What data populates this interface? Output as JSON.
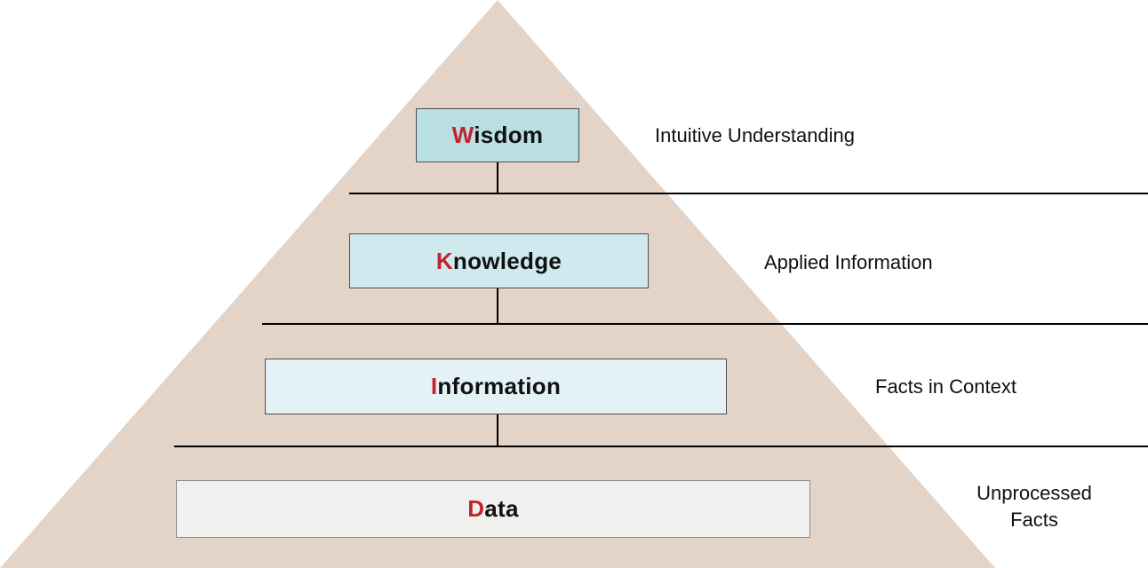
{
  "colors": {
    "pyramid": "#e4d4c8",
    "accent_red": "#c4232c",
    "line": "#000000",
    "box_wisdom": "#b9dee4",
    "box_knowledge": "#cfe9ee",
    "box_information": "#e4f2f8",
    "box_data": "#f0f0ef"
  },
  "levels": [
    {
      "name": "wisdom",
      "first_letter": "W",
      "label_rest": "isdom",
      "description": "Intuitive Understanding"
    },
    {
      "name": "knowledge",
      "first_letter": "K",
      "label_rest": "nowledge",
      "description": "Applied Information"
    },
    {
      "name": "information",
      "first_letter": "I",
      "label_rest": "nformation",
      "description": "Facts in Context"
    },
    {
      "name": "data",
      "first_letter": "D",
      "label_rest": "ata",
      "description": "Unprocessed Facts"
    }
  ]
}
